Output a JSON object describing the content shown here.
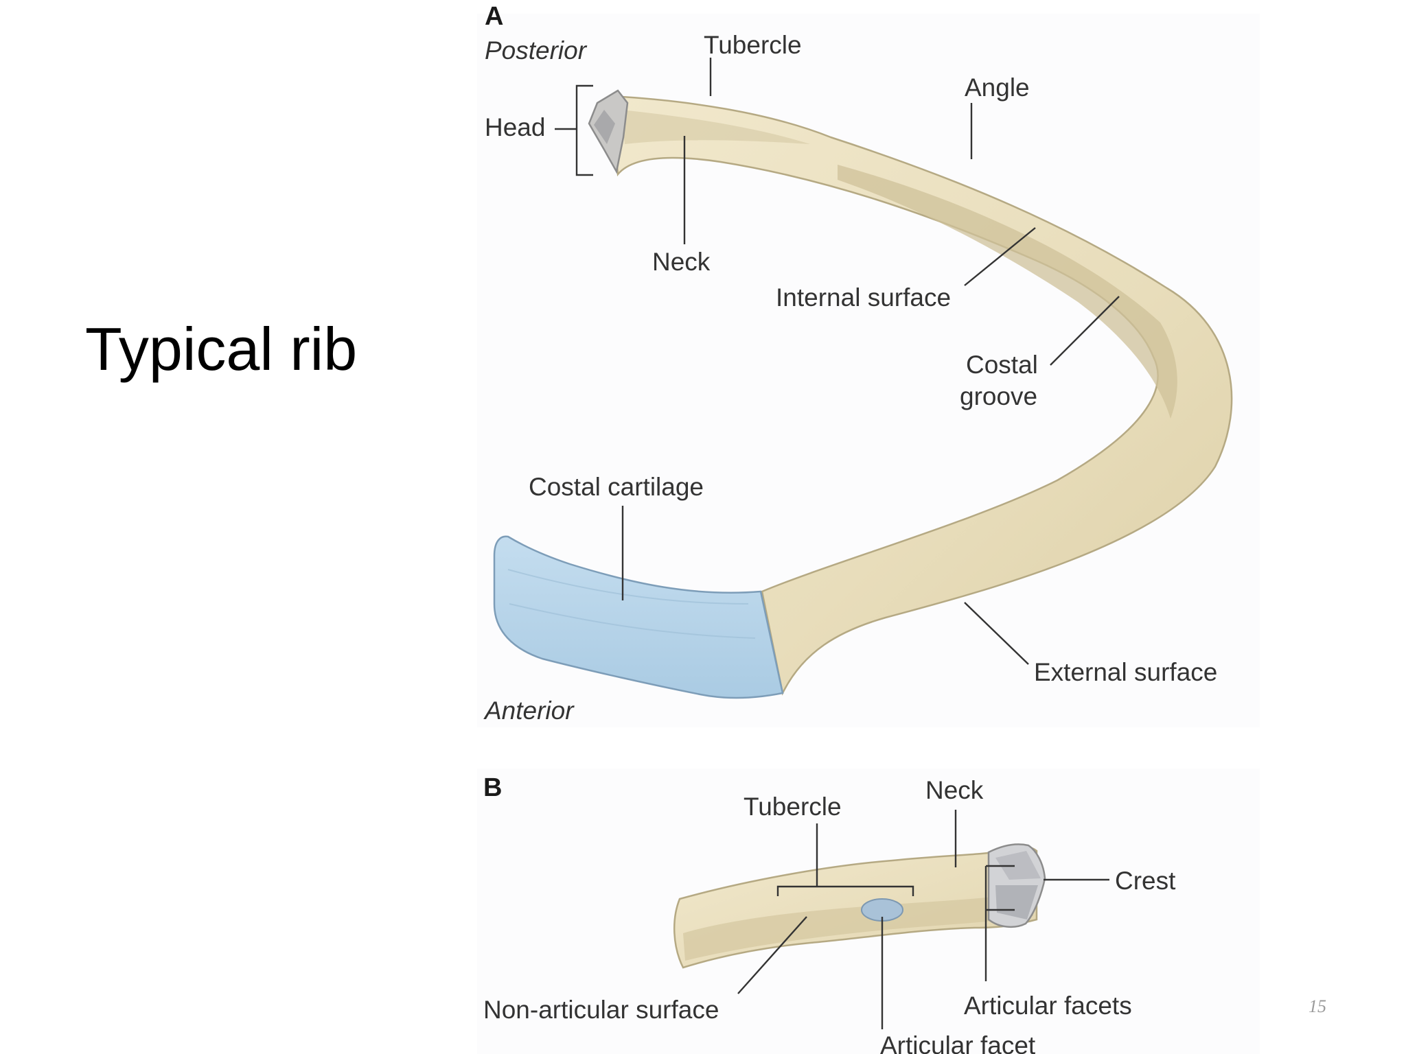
{
  "slide": {
    "title": "Typical rib",
    "page_number": "15"
  },
  "figure_a": {
    "panel_letter": "A",
    "orientation_top": "Posterior",
    "orientation_bottom": "Anterior",
    "labels": {
      "tubercle": "Tubercle",
      "angle": "Angle",
      "head": "Head",
      "neck": "Neck",
      "internal_surface": "Internal surface",
      "costal_groove_line1": "Costal",
      "costal_groove_line2": "groove",
      "costal_cartilage": "Costal cartilage",
      "external_surface": "External surface"
    }
  },
  "figure_b": {
    "panel_letter": "B",
    "labels": {
      "tubercle": "Tubercle",
      "neck": "Neck",
      "crest": "Crest",
      "non_articular_surface": "Non-articular surface",
      "articular_facets": "Articular facets",
      "articular_facet": "Articular facet"
    }
  },
  "colors": {
    "bone": "#e9dfbf",
    "bone_shadow": "#cdbf97",
    "cartilage": "#b9d6ea",
    "outline": "#4a4a4a"
  }
}
